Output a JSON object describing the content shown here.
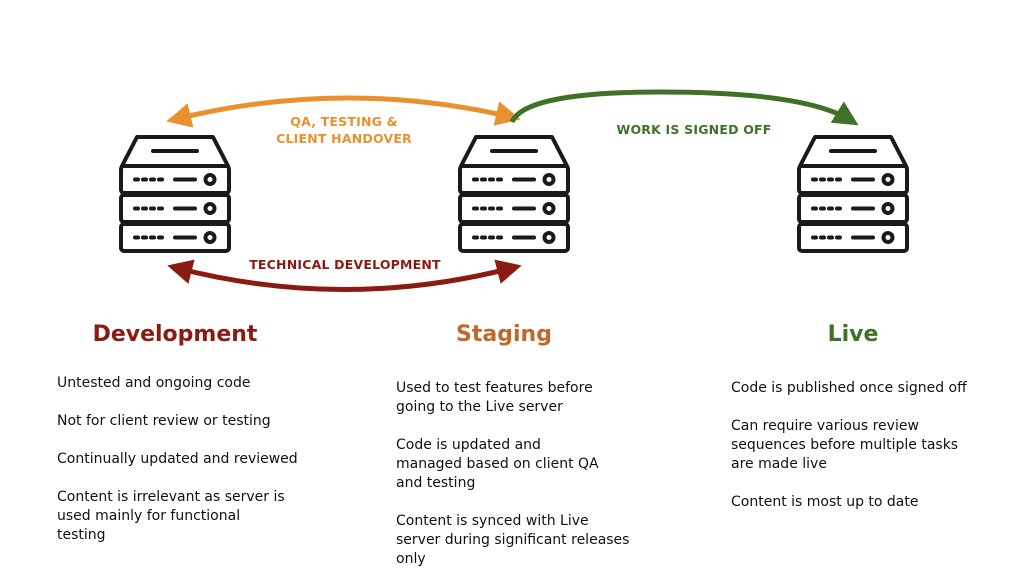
{
  "colors": {
    "qa_arrow": "#e8912e",
    "signoff_arrow": "#3e7227",
    "tech_arrow": "#8b1a12",
    "server_stroke": "#1a1a1a"
  },
  "icons": [
    "server-icon",
    "server-icon",
    "server-icon"
  ],
  "arrows": {
    "qa_label_line1": "QA, TESTING &",
    "qa_label_line2": "CLIENT HANDOVER",
    "signoff_label": "WORK IS SIGNED OFF",
    "tech_label": "TECHNICAL DEVELOPMENT"
  },
  "stages": {
    "development": {
      "title": "Development",
      "color": "#8b1a12",
      "items": [
        "Untested and ongoing code",
        "Not for client review or testing",
        "Continually updated and reviewed",
        "Content is irrelevant as server is used mainly for functional testing"
      ]
    },
    "staging": {
      "title": "Staging",
      "color": "#c0672a",
      "items": [
        "Used to test features before going to the Live server",
        "Code is updated and managed based on client QA and testing",
        "Content is synced with Live server during significant releases only"
      ]
    },
    "live": {
      "title": "Live",
      "color": "#3e7227",
      "items": [
        "Code is published once signed off",
        "Can require various review sequences before multiple tasks are made live",
        "Content is most up to date"
      ]
    }
  }
}
